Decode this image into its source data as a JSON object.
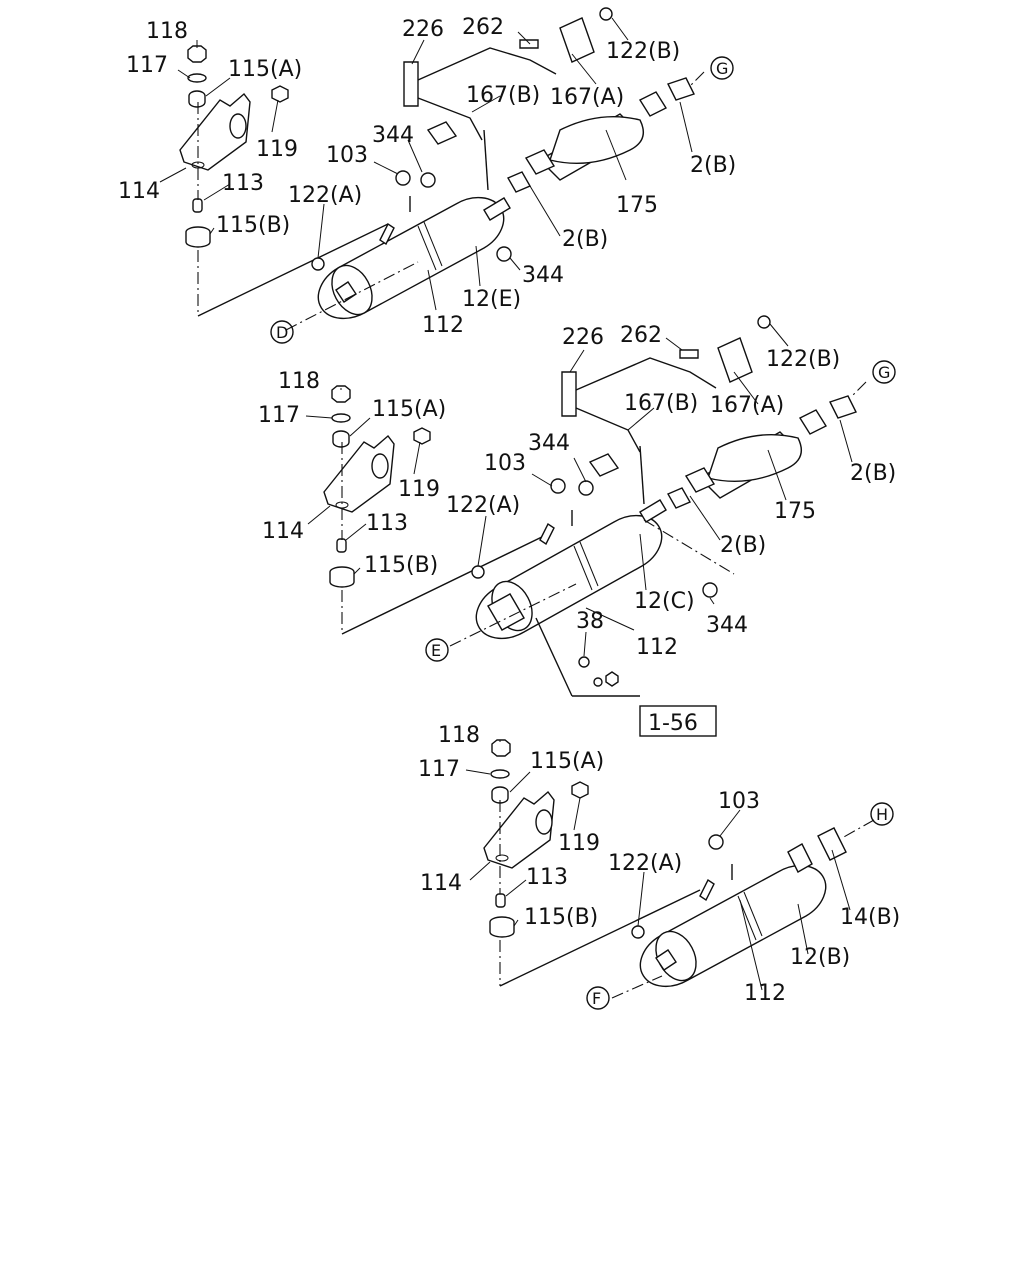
{
  "groups": [
    {
      "id": "upper",
      "labels": {
        "p118": "118",
        "p117": "117",
        "p115a": "115(A)",
        "p119": "119",
        "p114": "114",
        "p113": "113",
        "p115b": "115(B)",
        "p103": "103",
        "p344a": "344",
        "p122a": "122(A)",
        "p112": "112",
        "p12": "12(E)",
        "p344b": "344",
        "p2b_low": "2(B)",
        "p175": "175",
        "p2b_high": "2(B)",
        "p226": "226",
        "p262": "262",
        "p122b": "122(B)",
        "p167b": "167(B)",
        "p167a": "167(A)"
      },
      "markers": {
        "left": "D",
        "right": "G"
      }
    },
    {
      "id": "middle",
      "labels": {
        "p118": "118",
        "p117": "117",
        "p115a": "115(A)",
        "p119": "119",
        "p114": "114",
        "p113": "113",
        "p115b": "115(B)",
        "p103": "103",
        "p344a": "344",
        "p122a": "122(A)",
        "p112": "112",
        "p12": "12(C)",
        "p344b": "344",
        "p2b_low": "2(B)",
        "p175": "175",
        "p2b_high": "2(B)",
        "p226": "226",
        "p262": "262",
        "p122b": "122(B)",
        "p167b": "167(B)",
        "p167a": "167(A)",
        "p38": "38",
        "ref": "1-56"
      },
      "markers": {
        "left": "E",
        "right": "G"
      }
    },
    {
      "id": "lower",
      "labels": {
        "p118": "118",
        "p117": "117",
        "p115a": "115(A)",
        "p119": "119",
        "p114": "114",
        "p113": "113",
        "p115b": "115(B)",
        "p103": "103",
        "p122a": "122(A)",
        "p112": "112",
        "p12": "12(B)",
        "p14b": "14(B)"
      },
      "markers": {
        "left": "F",
        "right": "H"
      }
    }
  ]
}
